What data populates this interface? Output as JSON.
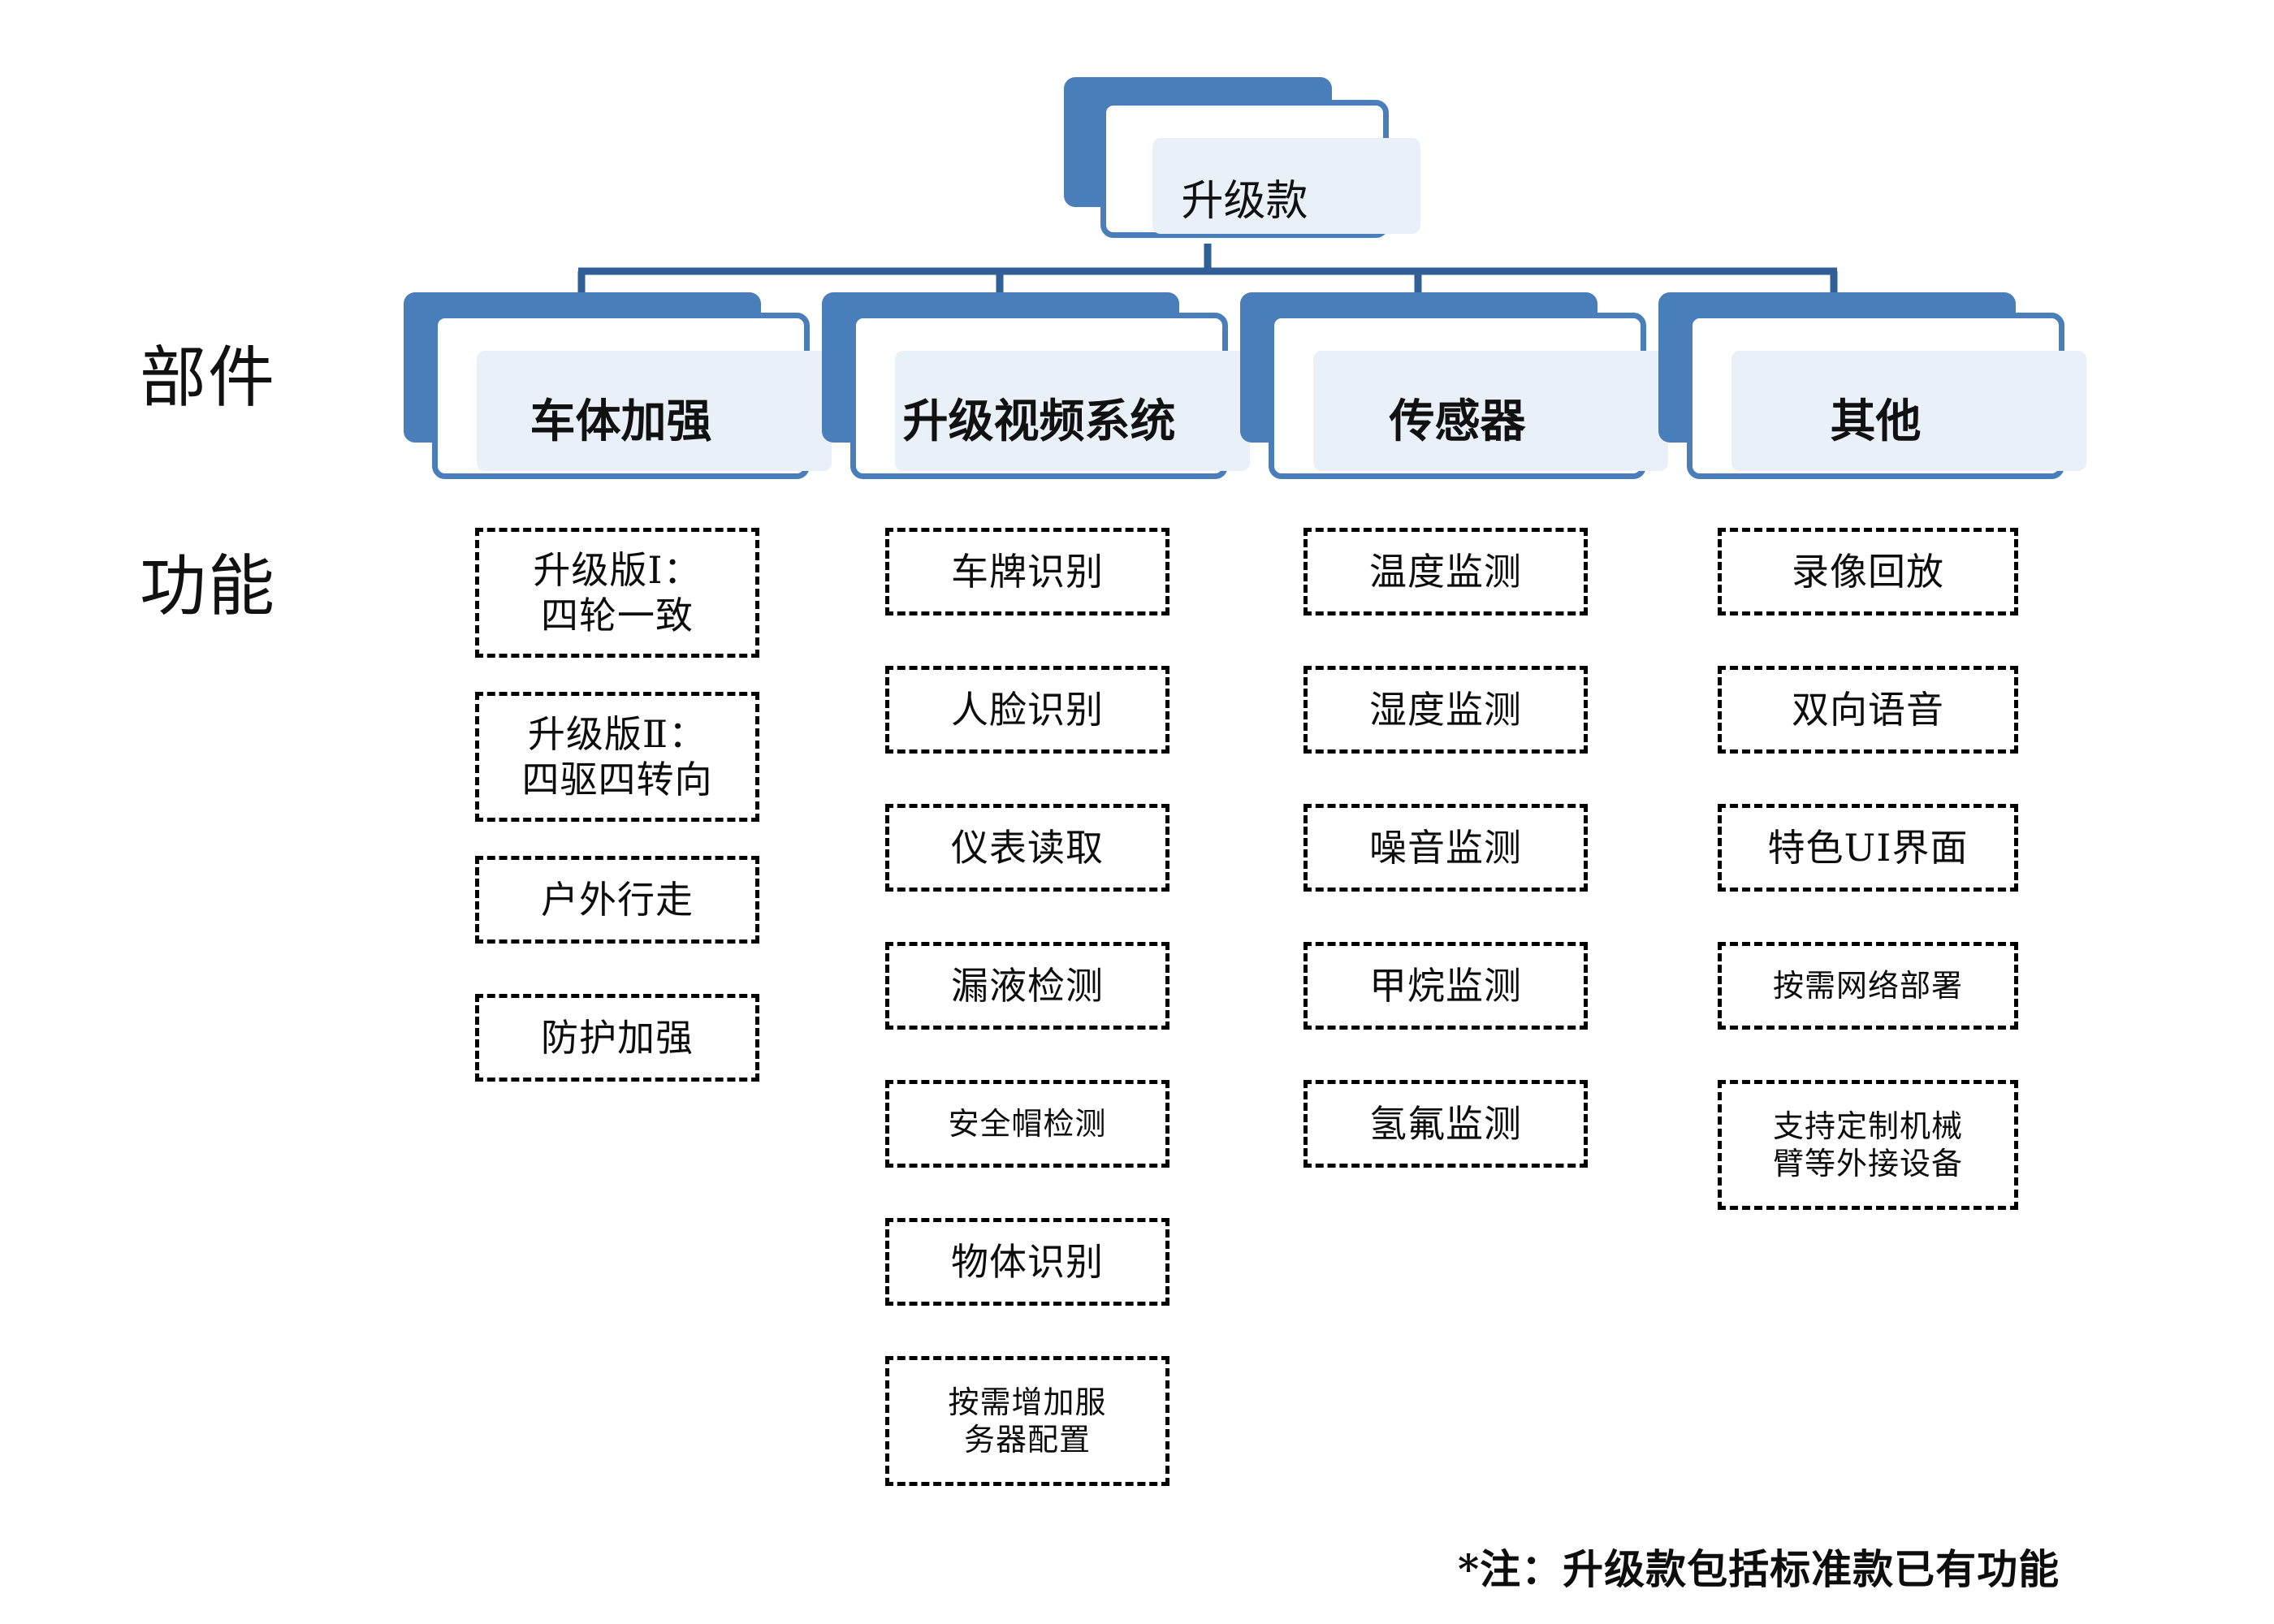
{
  "diagram": {
    "root": {
      "label": "升级款"
    },
    "row_labels": {
      "components": "部件",
      "functions": "功能"
    },
    "footnote": "*注：升级款包括标准款已有功能",
    "colors": {
      "node_blue": "#4a7ebb",
      "node_inner_fill": "#eaf0f8",
      "node_card_fill": "#ffffff",
      "connector": "#2f5f96",
      "dashed_border": "#000000",
      "text": "#111111",
      "background": "#ffffff"
    },
    "columns": [
      {
        "component": "车体加强",
        "functions": [
          {
            "lines": [
              "升级版Ⅰ：",
              "四轮一致"
            ],
            "size": "normal"
          },
          {
            "lines": [
              "升级版Ⅱ：",
              "四驱四转向"
            ],
            "size": "normal"
          },
          {
            "lines": [
              "户外行走"
            ],
            "size": "normal"
          },
          {
            "lines": [
              "防护加强"
            ],
            "size": "normal"
          }
        ]
      },
      {
        "component": "升级视频系统",
        "functions": [
          {
            "lines": [
              "车牌识别"
            ],
            "size": "normal"
          },
          {
            "lines": [
              "人脸识别"
            ],
            "size": "normal"
          },
          {
            "lines": [
              "仪表读取"
            ],
            "size": "normal"
          },
          {
            "lines": [
              "漏液检测"
            ],
            "size": "normal"
          },
          {
            "lines": [
              "安全帽检测"
            ],
            "size": "small"
          },
          {
            "lines": [
              "物体识别"
            ],
            "size": "normal"
          },
          {
            "lines": [
              "按需增加服",
              "务器配置"
            ],
            "size": "small"
          }
        ]
      },
      {
        "component": "传感器",
        "functions": [
          {
            "lines": [
              "温度监测"
            ],
            "size": "normal"
          },
          {
            "lines": [
              "湿度监测"
            ],
            "size": "normal"
          },
          {
            "lines": [
              "噪音监测"
            ],
            "size": "normal"
          },
          {
            "lines": [
              "甲烷监测"
            ],
            "size": "normal"
          },
          {
            "lines": [
              "氢氟监测"
            ],
            "size": "normal"
          }
        ]
      },
      {
        "component": "其他",
        "functions": [
          {
            "lines": [
              "录像回放"
            ],
            "size": "normal"
          },
          {
            "lines": [
              "双向语音"
            ],
            "size": "normal"
          },
          {
            "lines": [
              "特色UI界面"
            ],
            "size": "normal"
          },
          {
            "lines": [
              "按需网络部署"
            ],
            "size": "small"
          },
          {
            "lines": [
              "支持定制机械",
              "臂等外接设备"
            ],
            "size": "small"
          }
        ]
      }
    ]
  }
}
